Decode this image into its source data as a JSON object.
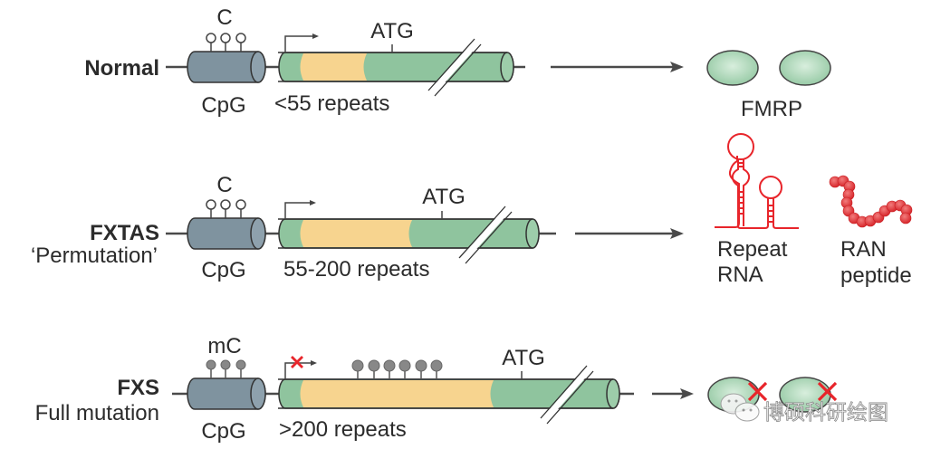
{
  "rows": [
    {
      "id": "normal",
      "title": "Normal",
      "subtitle": "",
      "cpg_label": "CpG",
      "methyl_label": "C",
      "methylated": false,
      "repeat_label": "<55 repeats",
      "atg_label": "ATG",
      "transcription_blocked": false,
      "outcome": "FMRP",
      "gene_extent": 0.55,
      "repeat_fraction": 0.18
    },
    {
      "id": "fxtas",
      "title": "FXTAS",
      "subtitle": "‘Permutation’",
      "cpg_label": "CpG",
      "methyl_label": "C",
      "methylated": false,
      "repeat_label": "55-200 repeats",
      "atg_label": "ATG",
      "transcription_blocked": false,
      "outcome_labels": [
        "Repeat RNA",
        "RAN peptide"
      ],
      "repeat_rna_label_1": "Repeat",
      "repeat_rna_label_2": "RNA",
      "ran_label_1": "RAN",
      "ran_label_2": "peptide"
    },
    {
      "id": "fxs",
      "title": "FXS",
      "subtitle": "Full mutation",
      "cpg_label": "CpG",
      "methyl_label": "mC",
      "methylated": true,
      "repeat_label": ">200 repeats",
      "atg_label": "ATG",
      "transcription_blocked": true,
      "repeat_methyl_count": 6,
      "outcome": "FMRP absent"
    }
  ],
  "colors": {
    "cpg_fill": "#7f939f",
    "gene_green": "#8fc49e",
    "repeat_yellow": "#f7d48f",
    "red": "#e8252b",
    "line": "#4a4a4a"
  },
  "watermark": {
    "text": "博硕科研绘图",
    "icon": "wechat-icon"
  }
}
